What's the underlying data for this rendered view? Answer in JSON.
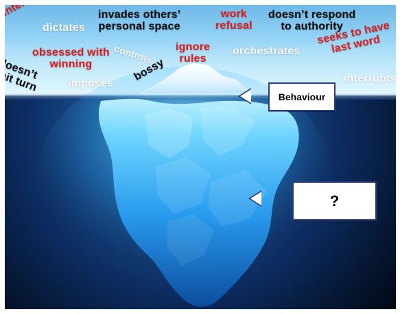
{
  "colors": {
    "red": "#e01c1c",
    "black": "#0b0b0b",
    "white": "#ffffff",
    "callout_border": "#2a3f7a"
  },
  "words": {
    "top_left_red": "interrupt",
    "dictates": "dictates",
    "invades": "invades others’\npersonal space",
    "work_refusal": "work\nrefusal",
    "doesnt_respond": "doesn’t respond\nto authority",
    "controls": "controls",
    "obsessed": "obsessed with\nwinning",
    "ignore_rules": "ignore\nrules",
    "orchestrates": "orchestrates",
    "seeks_last_word": "seeks to have\nlast word",
    "doesnt_wait_turn": "doesn’t\nwait turn",
    "imposes": "imposes",
    "bossy": "bossy",
    "interrupts": "interrupts"
  },
  "callouts": {
    "behaviour": "Behaviour",
    "question": "?"
  }
}
